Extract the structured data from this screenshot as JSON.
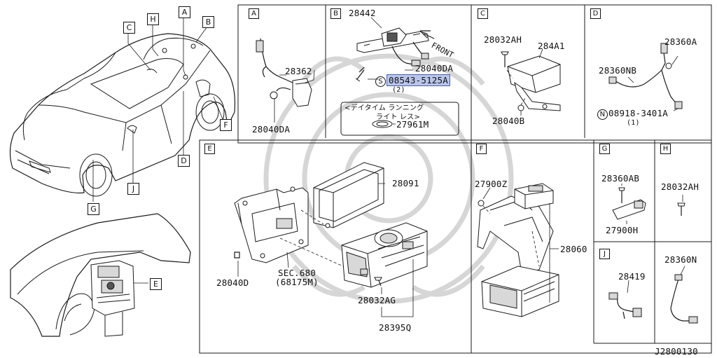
{
  "diagram_id": "J2800130",
  "car_callouts": [
    "A",
    "B",
    "C",
    "H",
    "D",
    "F",
    "J",
    "G",
    "E"
  ],
  "panels": {
    "A": {
      "tag": "A",
      "parts": [
        "28362",
        "28040DA"
      ]
    },
    "B": {
      "tag": "B",
      "parts": [
        "28442",
        "28040DA"
      ],
      "front_label": "FRONT",
      "screw_prefix": "S",
      "screw_part": "08543-5125A",
      "screw_qty": "(2)",
      "note": "<デイタイム ランニング",
      "note_line2": "ライト レス>",
      "note_part": "27961M"
    },
    "C": {
      "tag": "C",
      "parts": [
        "28032AH",
        "284A1",
        "28040B"
      ]
    },
    "D": {
      "tag": "D",
      "parts": [
        "28360A",
        "28360NB"
      ],
      "nut_prefix": "N",
      "nut_part": "08918-3401A",
      "nut_qty": "(1)"
    },
    "E": {
      "tag": "E",
      "parts": [
        "28091",
        "28040D",
        "28032AG",
        "28395Q"
      ],
      "sec_ref": "SEC.680",
      "sec_sub": "(68175M)"
    },
    "F": {
      "tag": "F",
      "parts": [
        "27900Z",
        "28060"
      ]
    },
    "G": {
      "tag": "G",
      "parts": [
        "28360AB",
        "27900H"
      ]
    },
    "H": {
      "tag": "H",
      "parts": [
        "28032AH"
      ]
    },
    "J": {
      "tag": "J",
      "parts": [
        "28419",
        "28360N"
      ]
    }
  }
}
